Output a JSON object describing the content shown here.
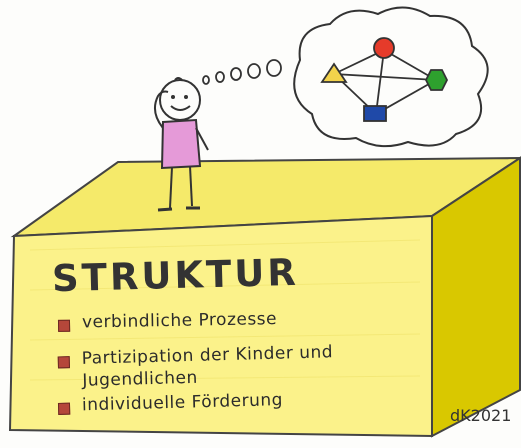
{
  "title": "STRUKTUR",
  "items": [
    {
      "label": "verbindliche Prozesse"
    },
    {
      "label": "Partizipation der Kinder und Jugendlichen"
    },
    {
      "label": "individuelle Förderung"
    }
  ],
  "signature": "dK2021",
  "colors": {
    "box_top": "#f5ea6a",
    "box_front": "#fbf28a",
    "box_side": "#d9c800",
    "bullet": "#b5473a",
    "person_shirt": "#e59ad8",
    "shape_circle": "#e53b2a",
    "shape_triangle": "#f2d24b",
    "shape_hexagon": "#2ea02e",
    "shape_square": "#1f49a8"
  }
}
